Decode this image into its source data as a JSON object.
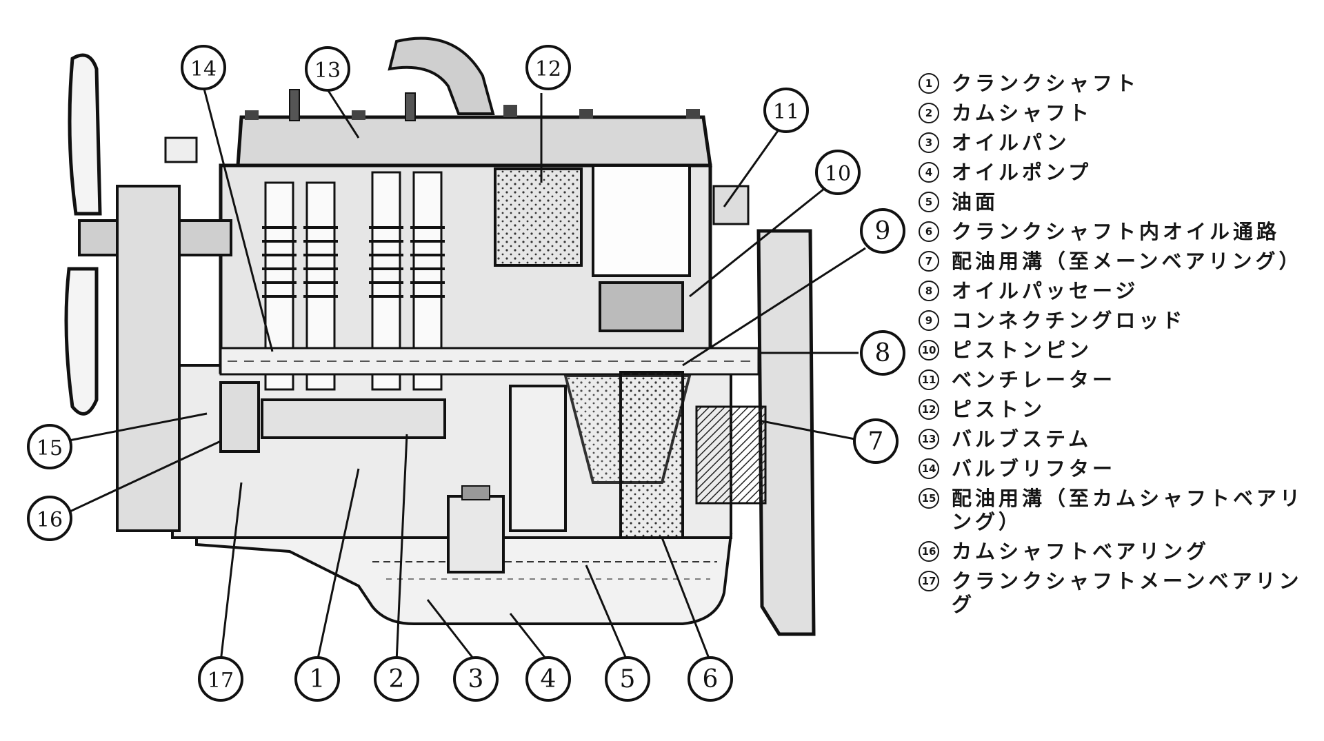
{
  "callouts": [
    "1",
    "2",
    "3",
    "4",
    "5",
    "6",
    "7",
    "8",
    "9",
    "10",
    "11",
    "12",
    "13",
    "14",
    "15",
    "16",
    "17"
  ],
  "legend": [
    {
      "num": "1",
      "text": "クランクシャフト"
    },
    {
      "num": "2",
      "text": "カムシャフト"
    },
    {
      "num": "3",
      "text": "オイルパン"
    },
    {
      "num": "4",
      "text": "オイルポンプ"
    },
    {
      "num": "5",
      "text": "油面"
    },
    {
      "num": "6",
      "text": "クランクシャフト内オイル通路"
    },
    {
      "num": "7",
      "text": "配油用溝（至メーンベアリング）"
    },
    {
      "num": "8",
      "text": "オイルパッセージ"
    },
    {
      "num": "9",
      "text": "コンネクチングロッド"
    },
    {
      "num": "10",
      "text": "ピストンピン"
    },
    {
      "num": "11",
      "text": "ベンチレーター"
    },
    {
      "num": "12",
      "text": "ピストン"
    },
    {
      "num": "13",
      "text": "バルブステム"
    },
    {
      "num": "14",
      "text": "バルブリフター"
    },
    {
      "num": "15",
      "text": "配油用溝（至カムシャフトベアリング）"
    },
    {
      "num": "16",
      "text": "カムシャフトベアリング"
    },
    {
      "num": "17",
      "text": "クランクシャフトメーンベアリング"
    }
  ]
}
